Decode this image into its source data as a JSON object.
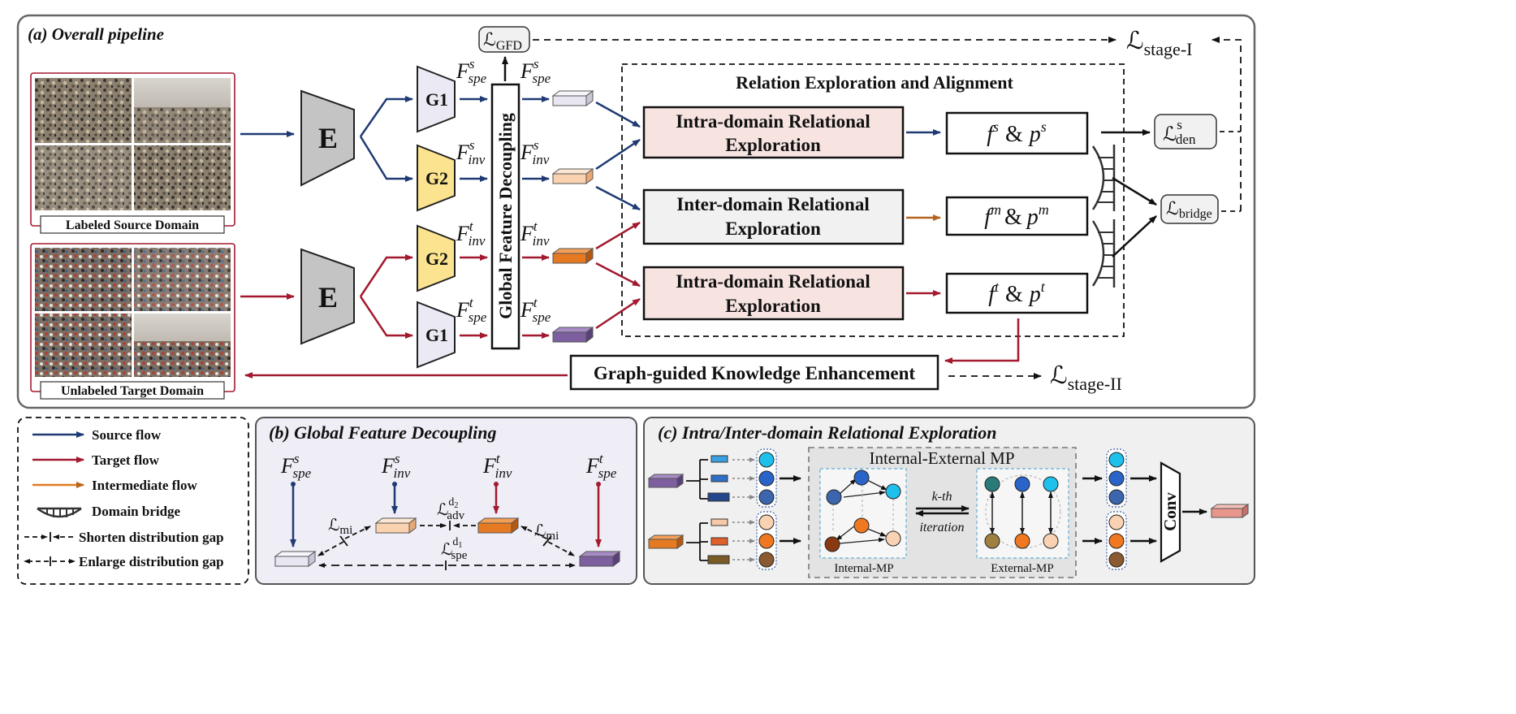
{
  "panel_a": {
    "title": "(a) Overall pipeline",
    "source_caption": "Labeled Source Domain",
    "target_caption": "Unlabeled Target Domain",
    "encoder_label": "E",
    "g1_label": "G1",
    "g2_label": "G2",
    "gfd_box_label": "Global Feature Decoupling",
    "loss_gfd_sub": "GFD",
    "loss_stage1_sub": "stage-I",
    "loss_stage2_sub": "stage-II",
    "loss_den_sub": "den",
    "loss_den_sup": "s",
    "loss_bridge_sub": "bridge",
    "rea_title": "Relation Exploration and Alignment",
    "intra_line1": "Intra-domain Relational",
    "intra_line2": "Exploration",
    "inter_line1": "Inter-domain Relational",
    "inter_line2": "Exploration",
    "out_s": {
      "f": "f",
      "fsup": "s",
      "amp": "&",
      "p": "p",
      "psup": "s"
    },
    "out_m": {
      "f": "f",
      "fsup": "m",
      "amp": "&",
      "p": "p",
      "psup": "m"
    },
    "out_t": {
      "f": "f",
      "fsup": "t",
      "amp": "&",
      "p": "p",
      "psup": "t"
    },
    "gke_label": "Graph-guided Knowledge Enhancement",
    "feat_F": "F",
    "sub_spe": "spe",
    "sub_inv": "inv",
    "sup_s": "s",
    "sup_t": "t"
  },
  "legend": {
    "items": [
      {
        "label": "Source flow",
        "color": "#1f3a73"
      },
      {
        "label": "Target flow",
        "color": "#a3192f"
      },
      {
        "label": "Intermediate flow",
        "color": "#e07b20"
      },
      {
        "label": "Domain bridge",
        "color": "#555555"
      },
      {
        "label": "Shorten distribution gap",
        "color": "#111111"
      },
      {
        "label": "Enlarge distribution gap",
        "color": "#111111"
      }
    ]
  },
  "panel_b": {
    "title": "(b) Global Feature Decoupling",
    "loss_mi_sub": "mi",
    "loss_adv_sub": "adv",
    "loss_adv_sup": "d",
    "loss_adv_supsub": "2",
    "loss_spe_sub": "spe",
    "loss_spe_sup": "d",
    "loss_spe_supsub": "1"
  },
  "panel_c": {
    "title": "(c)  Intra/Inter-domain Relational Exploration",
    "mp_title": "Internal-External MP",
    "internal_label": "Internal-MP",
    "external_label": "External-MP",
    "kth_label": "k-th",
    "iteration_label": "iteration",
    "conv_label": "Conv"
  },
  "colors": {
    "source": "#1f3a73",
    "target": "#a3192f",
    "intermediate": "#e07b20",
    "g1_fill": "#ebe9f3",
    "g2_fill": "#fbe38f",
    "encoder_fill": "#c4c4c4",
    "intra_fill": "#f7e4e1",
    "inter_fill": "#f1f1f1",
    "panel_bg": "#f0f0f0",
    "panel_b_bg": "#efedf5"
  }
}
